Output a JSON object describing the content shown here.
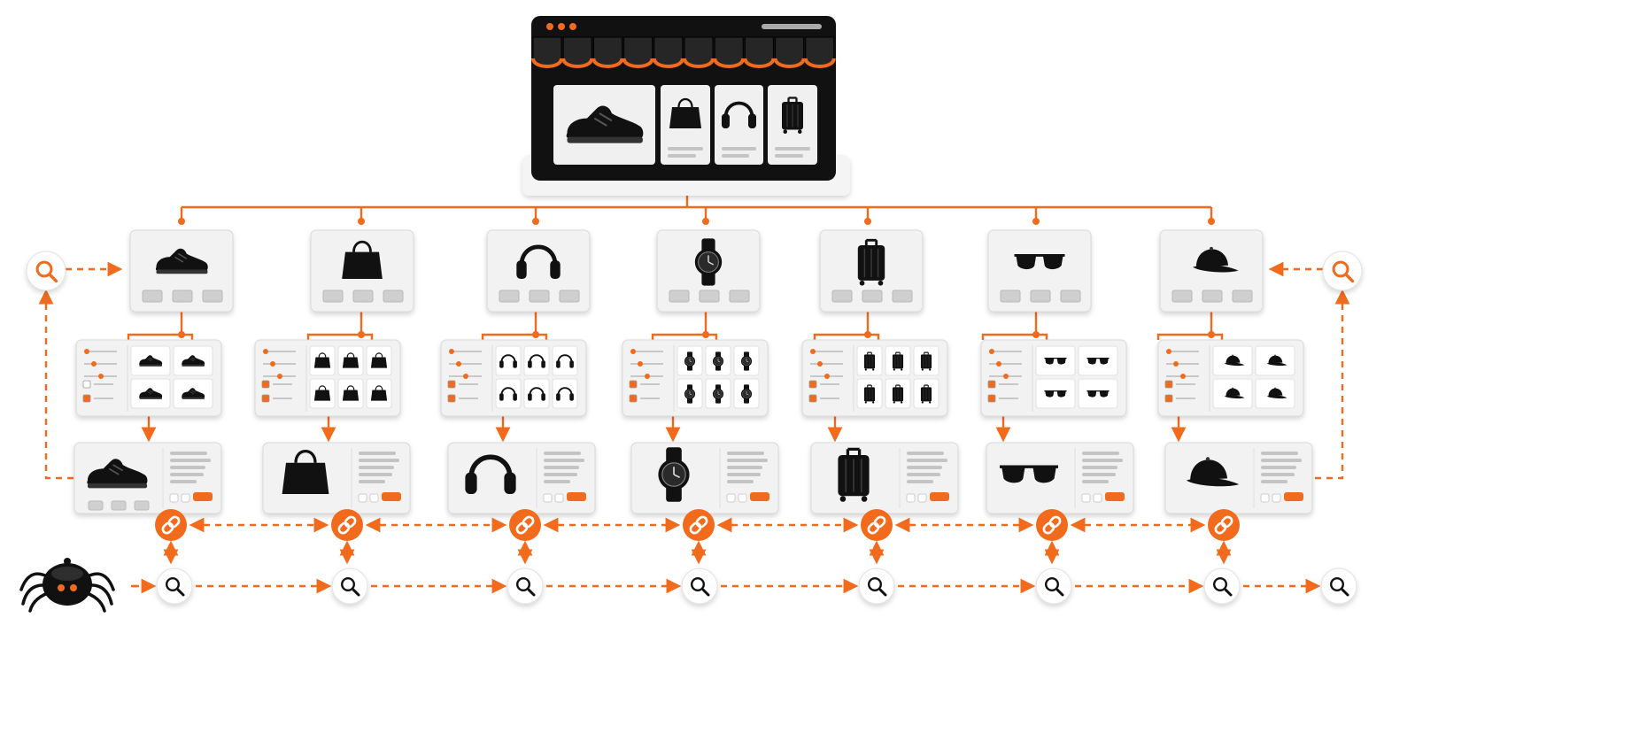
{
  "colors": {
    "accent": "#f26b1d",
    "dark": "#111111",
    "card": "#f2f2f2",
    "card_border": "#d9d9d9",
    "line": "#f26b1d",
    "bar": "#c4c4c4"
  },
  "storefront": {
    "icon": "storefront-window-icon",
    "featured_products": [
      "sneaker",
      "handbag",
      "headphones",
      "suitcase"
    ]
  },
  "categories": [
    {
      "product": "sneaker"
    },
    {
      "product": "handbag"
    },
    {
      "product": "headphones"
    },
    {
      "product": "watch"
    },
    {
      "product": "suitcase"
    },
    {
      "product": "sunglasses"
    },
    {
      "product": "cap"
    }
  ],
  "icons": {
    "search": "search-icon",
    "link": "link-icon",
    "crawler": "spider-bot-icon",
    "checkbox": "checkbox-icon",
    "slider": "filter-slider-icon"
  }
}
